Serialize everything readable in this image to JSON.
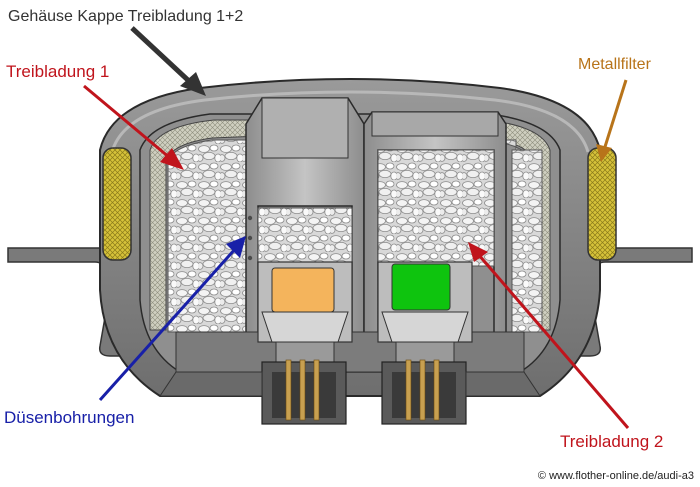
{
  "labels": {
    "housing": "Gehäuse Kappe Treibladung 1+2",
    "charge1": "Treibladung 1",
    "filter": "Metallfilter",
    "nozzles": "Düsenbohrungen",
    "charge2": "Treibladung 2",
    "credit": "© www.flother-online.de/audi-a3"
  },
  "colors": {
    "charge1_label": "#c0141c",
    "charge2_label": "#c0141c",
    "filter_label": "#b8741a",
    "nozzles_label": "#1820a8",
    "housing_label": "#333333",
    "igniter_1": "#f4b45c",
    "igniter_2": "#0ec40e",
    "metal_filter": "#e0d040"
  }
}
